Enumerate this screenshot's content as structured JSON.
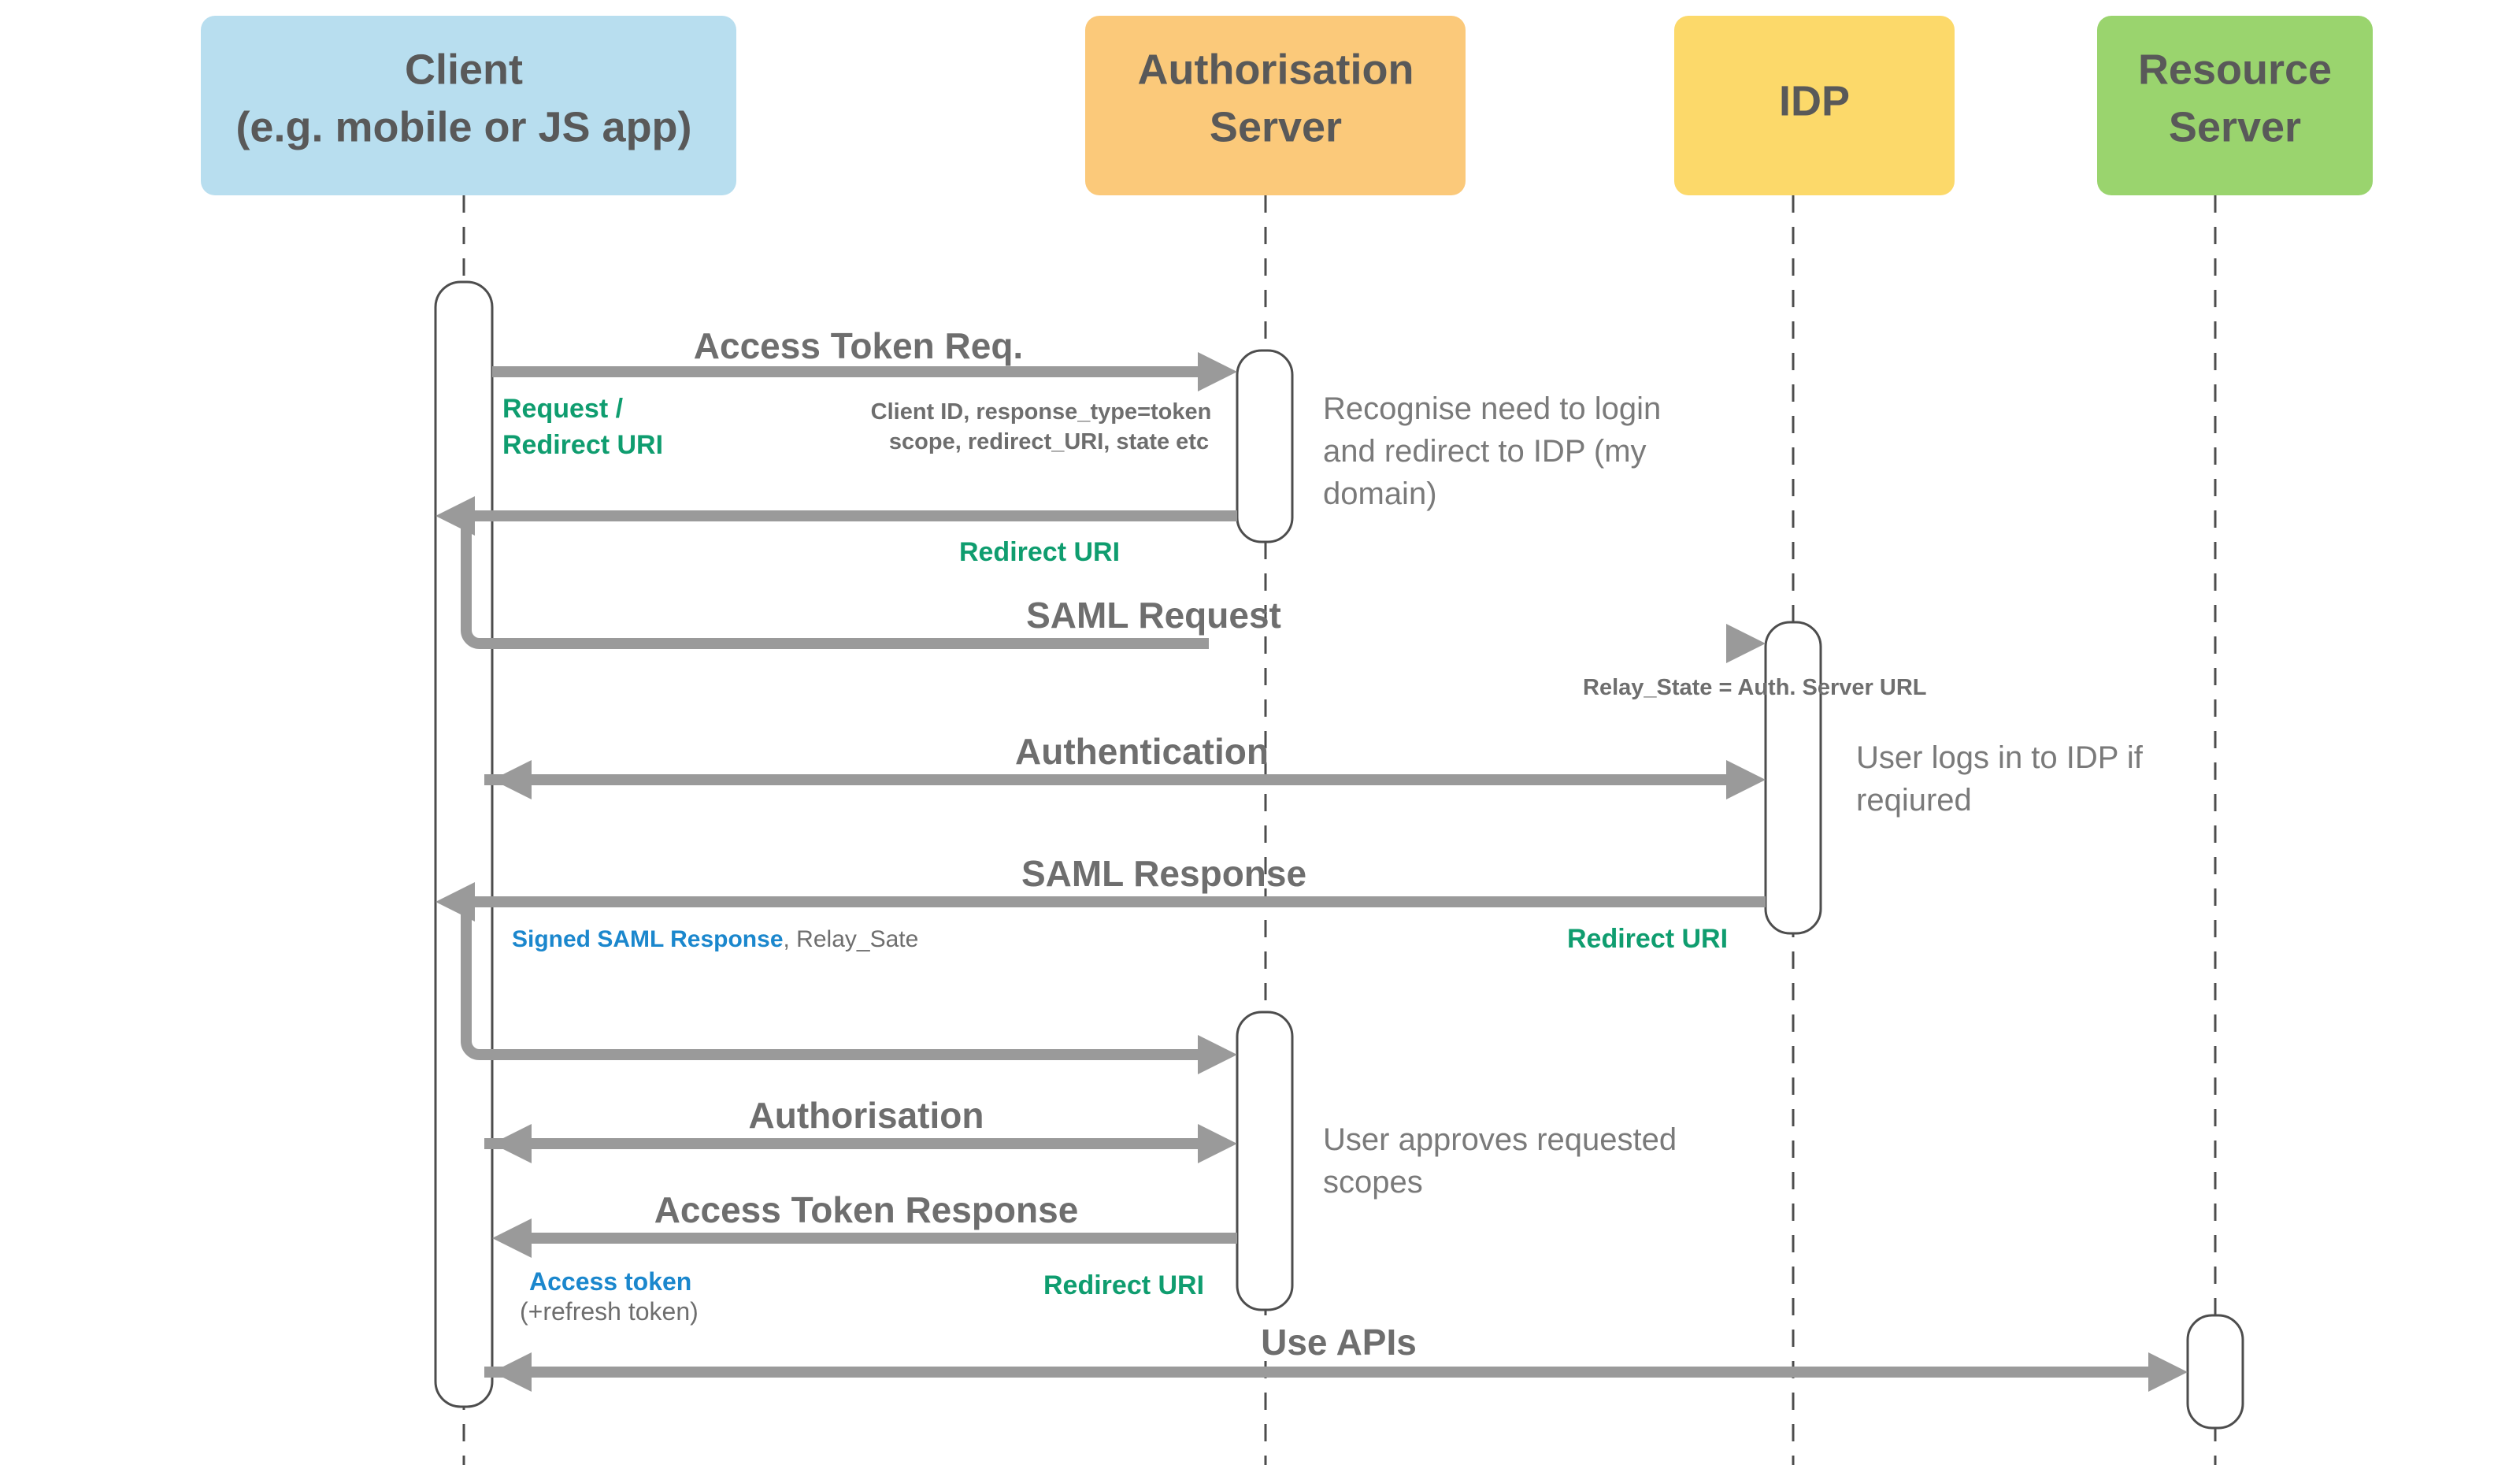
{
  "diagram": {
    "title": "OAuth 2.0 Implicit Flow with SAML SSO Sequence Diagram",
    "type": "sequence-diagram",
    "colors": {
      "client_box": "#b8deef",
      "auth_server_box": "#fbc97a",
      "idp_box": "#fcd96a",
      "resource_server_box": "#9ad46e",
      "label_gray": "#6e6e6e",
      "note_gray": "#7a7a7a",
      "green_accent": "#0f9d6f",
      "blue_accent": "#1b87cd",
      "arrow_gray": "#9a9a9a",
      "lifeline_gray": "#4d4d4d"
    }
  },
  "participants": [
    {
      "id": "client",
      "line1": "Client",
      "line2": "(e.g. mobile or JS app)"
    },
    {
      "id": "auth-server",
      "line1": "Authorisation",
      "line2": "Server"
    },
    {
      "id": "idp",
      "line1": "IDP",
      "line2": ""
    },
    {
      "id": "resource-server",
      "line1": "Resource",
      "line2": "Server"
    }
  ],
  "messages": [
    {
      "id": "access-token-req",
      "label": "Access Token Req.",
      "from": "client",
      "to": "auth-server",
      "direction": "right"
    },
    {
      "id": "redirect-to-idp",
      "label": "",
      "from": "auth-server",
      "to": "client",
      "direction": "left"
    },
    {
      "id": "saml-request",
      "label": "SAML Request",
      "from": "client",
      "to": "idp",
      "direction": "right"
    },
    {
      "id": "authentication",
      "label": "Authentication",
      "from": "client",
      "to": "idp",
      "direction": "both"
    },
    {
      "id": "saml-response",
      "label": "SAML Response",
      "from": "idp",
      "to": "client",
      "direction": "left"
    },
    {
      "id": "post-saml-to-auth",
      "label": "",
      "from": "client",
      "to": "auth-server",
      "direction": "right"
    },
    {
      "id": "authorisation",
      "label": "Authorisation",
      "from": "client",
      "to": "auth-server",
      "direction": "both"
    },
    {
      "id": "access-token-response",
      "label": "Access Token Response",
      "from": "auth-server",
      "to": "client",
      "direction": "left"
    },
    {
      "id": "use-apis",
      "label": "Use APIs",
      "from": "client",
      "to": "resource-server",
      "direction": "both"
    }
  ],
  "annotations": {
    "request_redirect_uri": "Request /\nRedirect URI",
    "request_redirect_uri_line1": "Request /",
    "request_redirect_uri_line2": "Redirect URI",
    "client_id_params_line1": "Client ID, response_type=token",
    "client_id_params_line2": "scope, redirect_URI, state etc",
    "redirect_uri_1": "Redirect URI",
    "relay_state": "Relay_State = Auth. Server URL",
    "signed_saml_response": "Signed SAML Response",
    "relay_sate_suffix": ", Relay_Sate",
    "redirect_uri_2": "Redirect URI",
    "access_token": "Access token",
    "refresh_token": "(+refresh token)",
    "redirect_uri_3": "Redirect URI"
  },
  "notes": [
    {
      "id": "note-recognise-login",
      "lines": [
        "Recognise need to login",
        "and redirect to IDP (my",
        "domain)"
      ]
    },
    {
      "id": "note-user-logs-in",
      "lines": [
        "User logs in to IDP if",
        "reqiured"
      ]
    },
    {
      "id": "note-user-approves",
      "lines": [
        "User approves requested",
        "scopes"
      ]
    }
  ]
}
